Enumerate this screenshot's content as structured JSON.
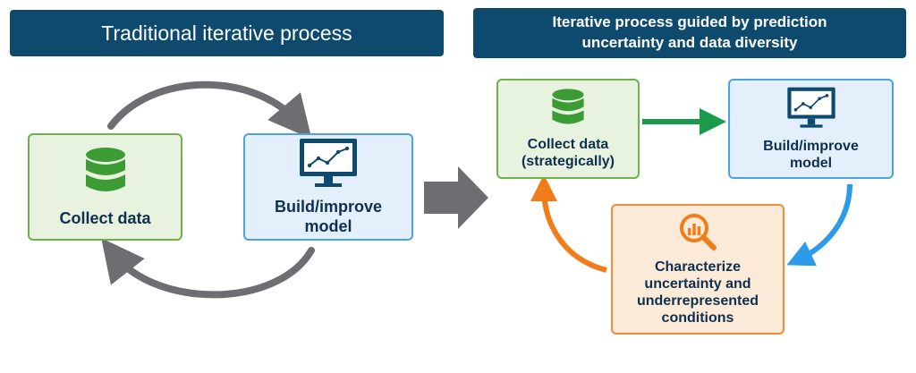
{
  "headers": {
    "left": "Traditional iterative process",
    "right": "Iterative process guided by prediction\nuncertainty and data diversity"
  },
  "left_panel": {
    "collect_label": "Collect data",
    "build_label": "Build/improve\nmodel"
  },
  "right_panel": {
    "collect_label": "Collect data\n(strategically)",
    "build_label": "Build/improve\nmodel",
    "characterize_label": "Characterize\nuncertainty and\nunderrepresented\nconditions"
  },
  "colors": {
    "header": "#0d4a6e",
    "green": "#6db14b",
    "blue": "#4aa3e0",
    "orange": "#f08c3a",
    "gray_arrow": "#6e6e72",
    "icon_navy": "#0d4a6e",
    "green_arrow": "#1a9a4a"
  }
}
